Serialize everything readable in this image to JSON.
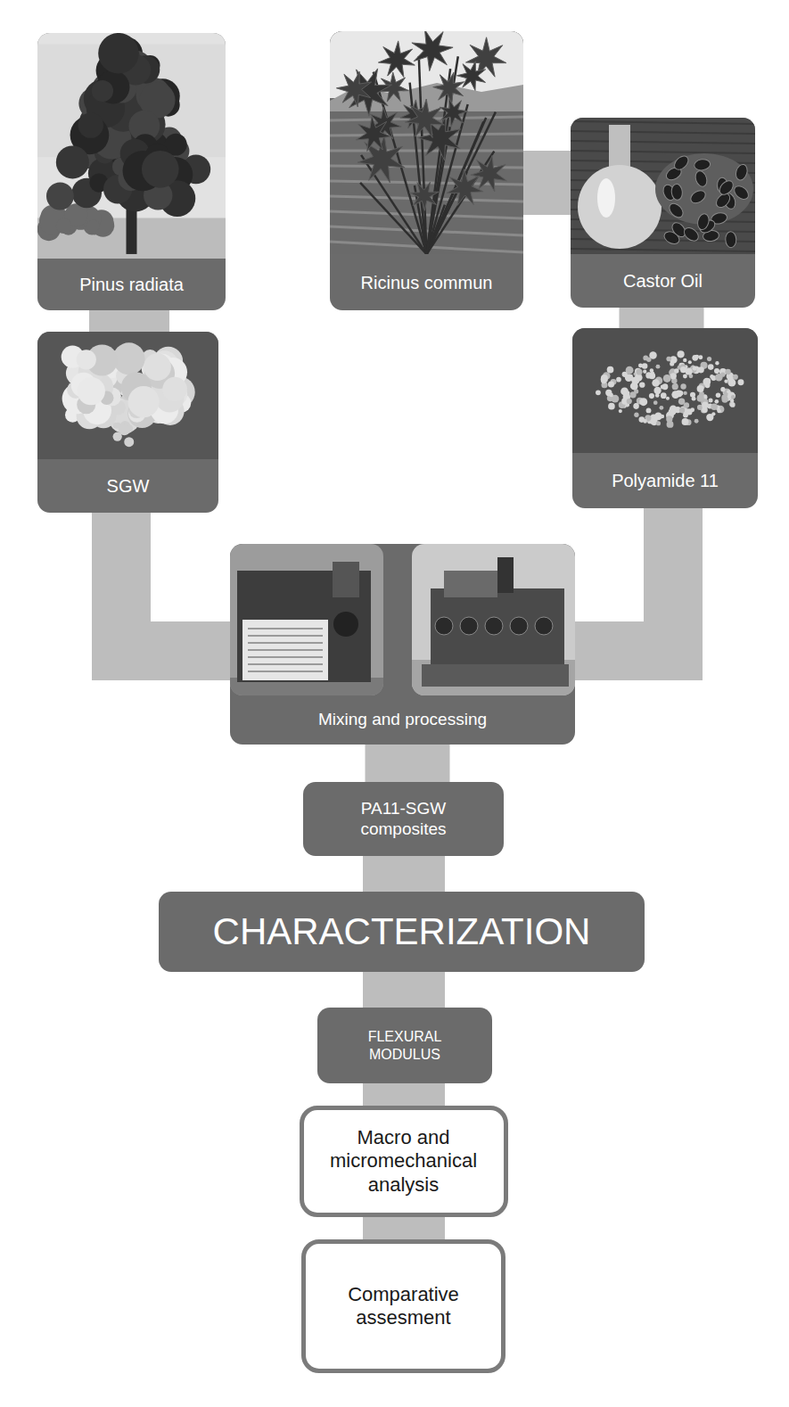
{
  "diagram": {
    "nodes": [
      {
        "text": [
          "Pinus radiata"
        ]
      },
      {
        "text": [
          "Ricinus commun"
        ]
      },
      {
        "text": [
          "Castor Oil"
        ]
      },
      {
        "text": [
          "SGW"
        ]
      },
      {
        "text": [
          "Polyamide 11"
        ]
      },
      {
        "text": [
          "Mixing and processing"
        ]
      },
      {
        "text": [
          "PA11-SGW composites"
        ]
      },
      {
        "text": [
          "CHARACTERIZATION"
        ]
      },
      {
        "text": [
          "FLEXURAL MODULUS"
        ]
      },
      {
        "text": [
          "Macro and micromechanical analysis"
        ]
      },
      {
        "text": [
          "Comparative assesment"
        ]
      }
    ],
    "edges": [
      {
        "from": 0,
        "to": 3,
        "arrow": "none"
      },
      {
        "from": 1,
        "to": 2,
        "arrow": "none"
      },
      {
        "from": 2,
        "to": 4,
        "arrow": "none"
      },
      {
        "from": 3,
        "to": 5,
        "arrow": "none"
      },
      {
        "from": 4,
        "to": 5,
        "arrow": "none"
      },
      {
        "from": 5,
        "to": 6,
        "arrow": "none"
      },
      {
        "from": 6,
        "to": 7,
        "arrow": "none"
      },
      {
        "from": 7,
        "to": 8,
        "arrow": "none"
      },
      {
        "from": 8,
        "to": 9,
        "arrow": "none"
      },
      {
        "from": 9,
        "to": 10,
        "arrow": "none"
      }
    ]
  }
}
